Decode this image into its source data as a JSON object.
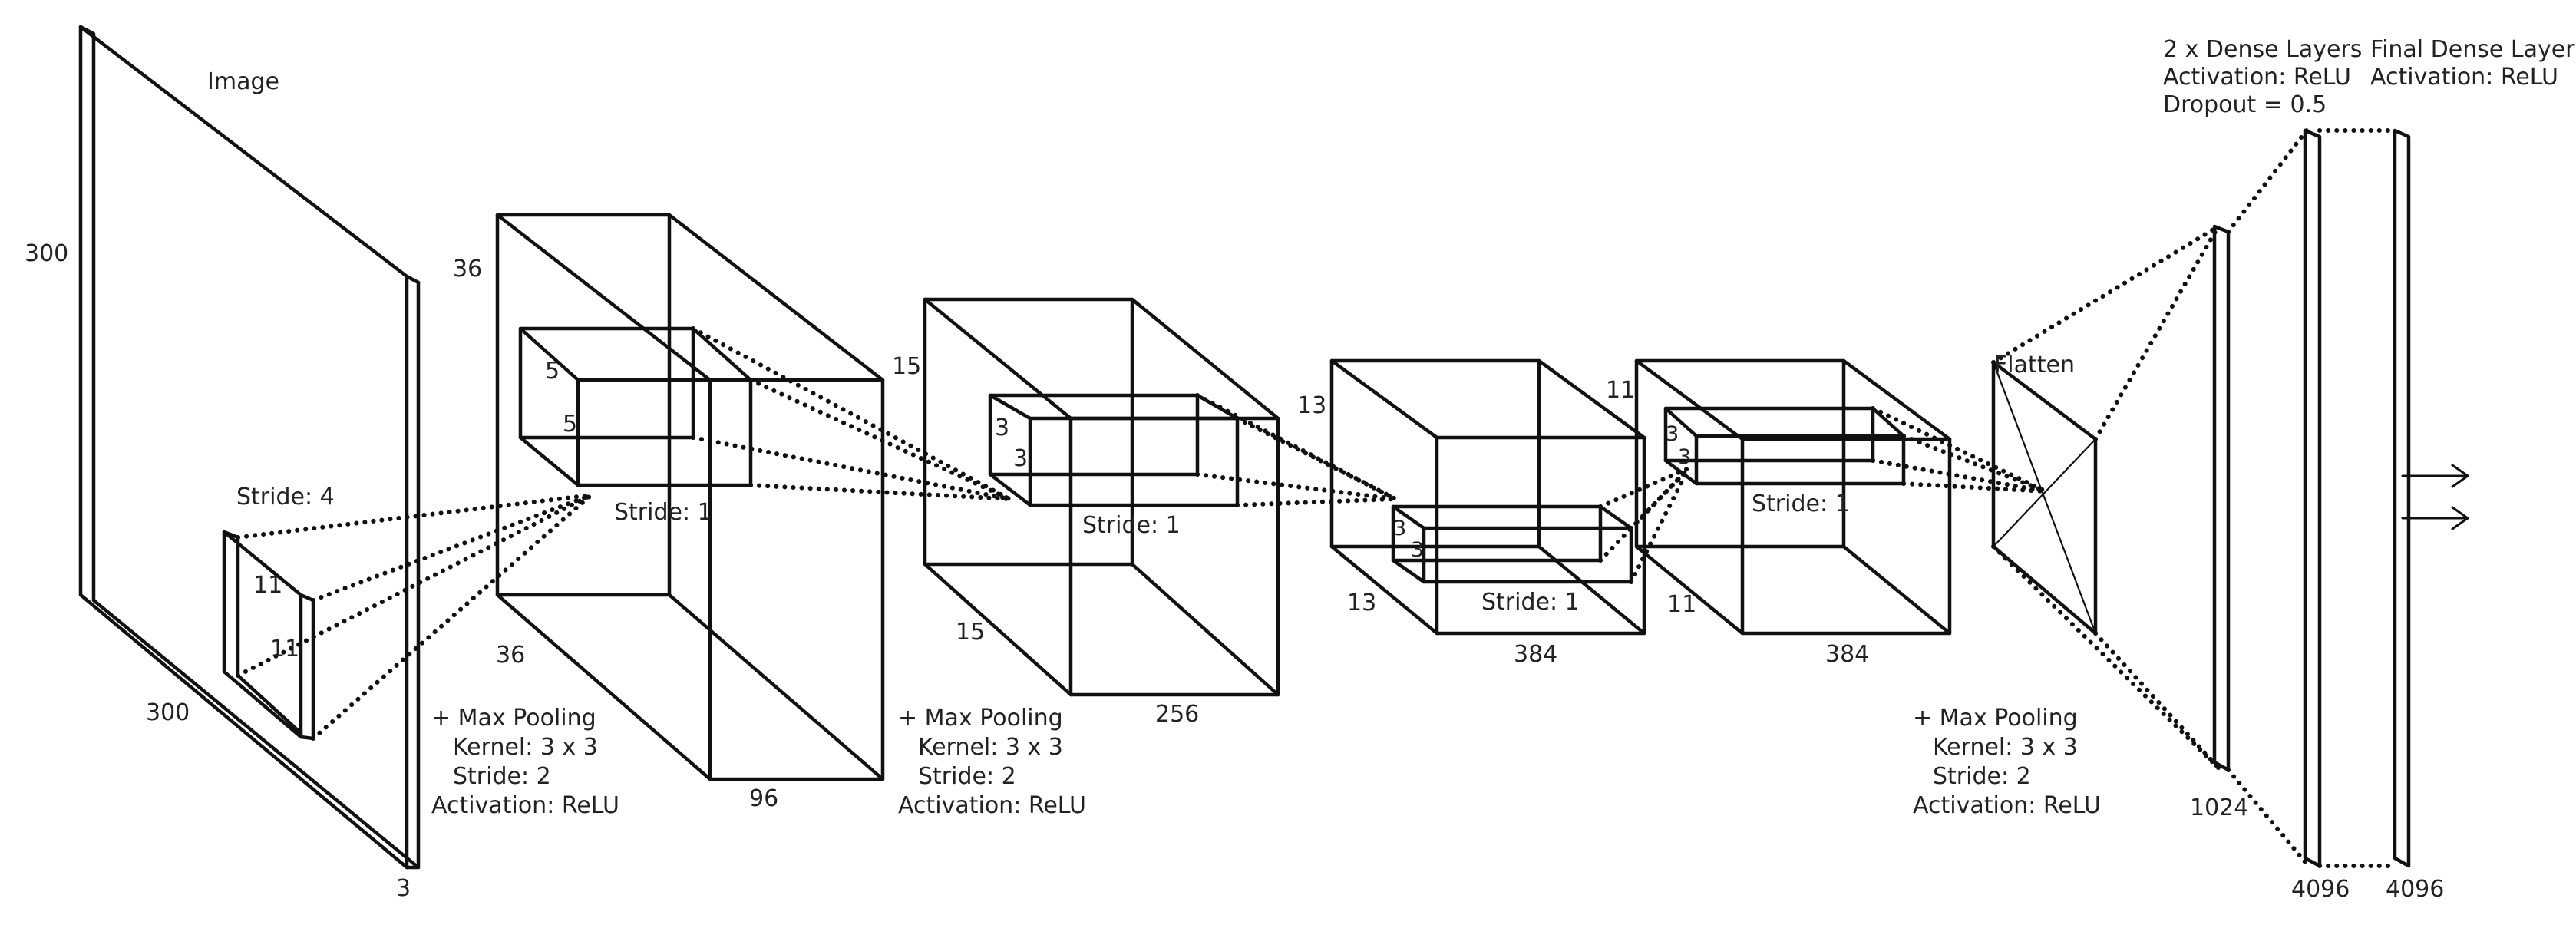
{
  "image": {
    "title": "Image",
    "height": "300",
    "width": "300",
    "depth": "3",
    "stride": "Stride: 4",
    "kernel_h": "11",
    "kernel_w": "11"
  },
  "conv1": {
    "height": "36",
    "width": "36",
    "depth": "96",
    "kernel_h": "5",
    "kernel_w": "5",
    "stride": "Stride: 1",
    "notes": [
      "+ Max Pooling",
      "Kernel: 3 x 3",
      "Stride: 2",
      "Activation: ReLU"
    ]
  },
  "conv2": {
    "height": "15",
    "width": "15",
    "depth": "256",
    "kernel_h": "3",
    "kernel_w": "3",
    "stride": "Stride: 1",
    "notes": [
      "+ Max Pooling",
      "Kernel: 3 x 3",
      "Stride: 2",
      "Activation: ReLU"
    ]
  },
  "conv3": {
    "height": "13",
    "width": "13",
    "depth": "384",
    "kernel_h": "3",
    "kernel_w": "3",
    "stride": "Stride: 1"
  },
  "conv4": {
    "height": "11",
    "width": "11",
    "depth": "384",
    "kernel_h": "3",
    "kernel_w": "3",
    "stride": "Stride: 1",
    "notes": [
      "+ Max Pooling",
      "Kernel: 3 x 3",
      "Stride: 2",
      "Activation: ReLU"
    ]
  },
  "flatten": {
    "label": "Flatten"
  },
  "dense": {
    "two_title": [
      "2 x Dense Layers",
      "Activation: ReLU",
      "Dropout = 0.5"
    ],
    "final_title": [
      "Final Dense Layer",
      "Activation: ReLU"
    ],
    "size_1": "1024",
    "size_2": "4096",
    "size_3": "4096"
  }
}
